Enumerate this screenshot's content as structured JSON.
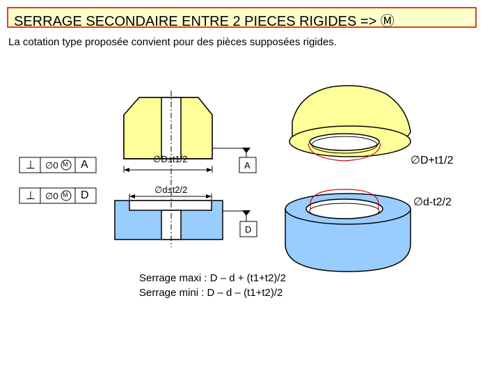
{
  "title": "SERRAGE SECONDAIRE ENTRE 2 PIECES RIGIDES => Ⓜ",
  "subtitle": "La cotation type proposée convient pour des pièces supposées rigides.",
  "tolerance_frames": [
    {
      "symbol": "⊥",
      "value": "∅0",
      "modifier": "M",
      "datum": "A"
    },
    {
      "symbol": "⊥",
      "value": "∅0",
      "modifier": "M",
      "datum": "D"
    }
  ],
  "dimensions": {
    "upper": "∅D±t1/2",
    "lower": "∅d±t2/2"
  },
  "datums": {
    "upper": "A",
    "lower": "D"
  },
  "limits": {
    "upper": "∅D+t1/2",
    "lower": "∅d-t2/2"
  },
  "formulas": {
    "max": "Serrage maxi : D – d + (t1+t2)/2",
    "min": "Serrage mini  : D – d – (t1+t2)/2"
  },
  "colors": {
    "yellow_part": "#ffff99",
    "blue_part": "#99ccff",
    "title_border": "#e0401a",
    "title_bg": "#ffffcc",
    "ellipse_red": "#cc0000"
  }
}
